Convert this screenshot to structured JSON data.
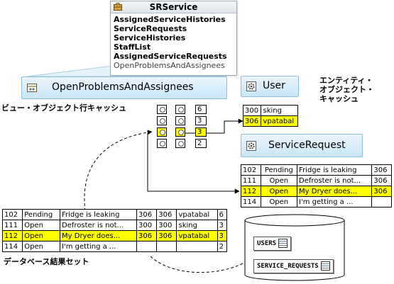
{
  "application_module": {
    "title": "SRService",
    "icon": "briefcase-icon",
    "items": [
      "AssignedServiceHistories",
      "ServiceRequests",
      "ServiceHistories",
      "StaffList",
      "AssignedServiceRequests",
      "OpenProblemsAndAssignees"
    ]
  },
  "view_object": {
    "title": "OpenProblemsAndAssignees",
    "icon": "view-object-icon",
    "cache_label": "ビュー・オブジェクト行キャッシュ",
    "key_values": [
      "6",
      "3",
      "3",
      "2"
    ]
  },
  "entity_cache_label": [
    "エンティティ・",
    "オブジェクト・",
    "キャッシュ"
  ],
  "user_entity": {
    "title": "User",
    "icon": "entity-gear-icon",
    "rows": [
      {
        "id": "300",
        "name": "sking",
        "highlight": false
      },
      {
        "id": "306",
        "name": "vpatabal",
        "highlight": true
      }
    ]
  },
  "service_request_entity": {
    "title": "ServiceRequest",
    "icon": "entity-gear-icon",
    "rows": [
      {
        "cells": [
          "102",
          "Pending",
          "Fridge is leaking",
          "306"
        ],
        "highlight": false
      },
      {
        "cells": [
          "111",
          "Open",
          "Defroster is not...",
          "306"
        ],
        "highlight": false
      },
      {
        "cells": [
          "112",
          "Open",
          "My Dryer does...",
          "306"
        ],
        "highlight": true
      },
      {
        "cells": [
          "114",
          "Open",
          "I'm getting a ...",
          ""
        ],
        "highlight": false
      }
    ]
  },
  "result_set": {
    "label": "データベース結果セット",
    "rows": [
      {
        "cells": [
          "102",
          "Pending",
          "Fridge is leaking",
          "306",
          "306",
          "vpatabal",
          "6"
        ],
        "highlight": false
      },
      {
        "cells": [
          "111",
          "Open",
          "Defroster is not...",
          "300",
          "300",
          "sking",
          "3"
        ],
        "highlight": false
      },
      {
        "cells": [
          "112",
          "Open",
          "My Dryer does...",
          "306",
          "306",
          "vpatabal",
          "3"
        ],
        "highlight": true
      },
      {
        "cells": [
          "114",
          "Open",
          "I'm getting a ...",
          "",
          "",
          "",
          "2"
        ],
        "highlight": false
      }
    ]
  },
  "database": {
    "tables": [
      "USERS",
      "SERVICE_REQUESTS"
    ],
    "icon": "database-cylinder-icon"
  }
}
